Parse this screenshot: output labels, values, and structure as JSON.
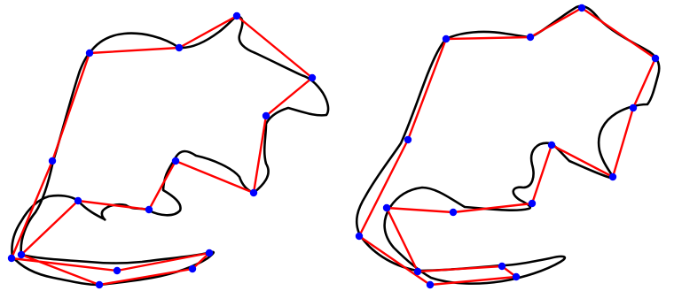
{
  "colors": {
    "background": "#ffffff",
    "contour": "#000000",
    "polygon": "#ff0000",
    "vertex": "#0000ff"
  },
  "panels": [
    {
      "id": "left",
      "vertex_count": 16
    },
    {
      "id": "right",
      "vertex_count": 16
    }
  ]
}
